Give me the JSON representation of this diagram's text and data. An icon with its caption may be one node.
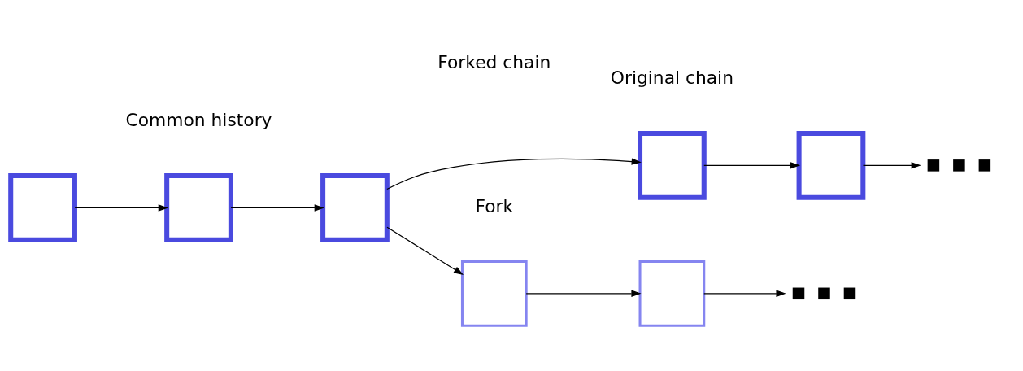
{
  "diagram": {
    "nodes": [
      {
        "text": [],
        "shape": "box"
      },
      {
        "text": [],
        "shape": "box"
      },
      {
        "text": [],
        "shape": "box"
      },
      {
        "text": [],
        "shape": "box"
      },
      {
        "text": [],
        "shape": "box"
      },
      {
        "text": [],
        "shape": "ellipsis"
      },
      {
        "text": [],
        "shape": "box"
      },
      {
        "text": [],
        "shape": "box"
      },
      {
        "text": [],
        "shape": "ellipsis"
      }
    ],
    "edges": [
      {
        "from": 0,
        "to": 1,
        "arrow": "to"
      },
      {
        "from": 1,
        "to": 2,
        "arrow": "to"
      },
      {
        "from": 2,
        "to": 3,
        "arrow": "to"
      },
      {
        "from": 2,
        "to": 6,
        "arrow": "to"
      },
      {
        "from": 3,
        "to": 4,
        "arrow": "to"
      },
      {
        "from": 4,
        "to": 5,
        "arrow": "to"
      },
      {
        "from": 6,
        "to": 7,
        "arrow": "to"
      },
      {
        "from": 7,
        "to": 8,
        "arrow": "to"
      }
    ],
    "labels": [
      "Original chain",
      "Common history",
      "Fork",
      "Forked chain"
    ]
  }
}
